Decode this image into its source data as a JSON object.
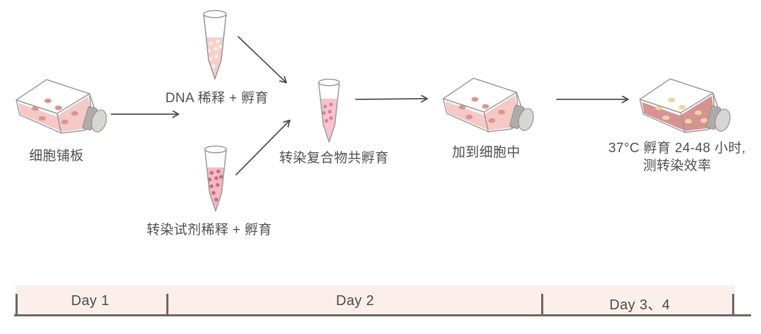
{
  "steps": {
    "plate": {
      "label": "细胞铺板"
    },
    "dna": {
      "label": "DNA 稀释 + 孵育"
    },
    "reagent": {
      "label": "转染试剂稀释 + 孵育"
    },
    "complex": {
      "label": "转染复合物共孵育"
    },
    "add": {
      "label": "加到细胞中"
    },
    "incubate": {
      "label_line1": "37°C 孵育 24-48 小时,",
      "label_line2": "测转染效率"
    }
  },
  "timeline": {
    "segments": [
      {
        "label": "Day 1"
      },
      {
        "label": "Day 2"
      },
      {
        "label": "Day 3、4"
      }
    ]
  },
  "colors": {
    "outline": "#9a9a9a",
    "arrow": "#4c4c4c",
    "text": "#4f4f4f",
    "flask_liquid": "#f4c6c3",
    "flask_cell": "#e09390",
    "final_flask_liquid": "#d69090",
    "final_flask_cell": "#e8d7a3",
    "tube_dna_liquid": "#f6d0ca",
    "tube_dna_dot": "#fdf0ec",
    "tube_reagent_liquid": "#f4bac4",
    "tube_reagent_dot": "#c56a80",
    "tube_complex_liquid": "#f8c3ce",
    "tube_complex_dot": "#d2809a",
    "timeline_bar": "#fcefeb",
    "timeline_line": "#6b6764"
  }
}
